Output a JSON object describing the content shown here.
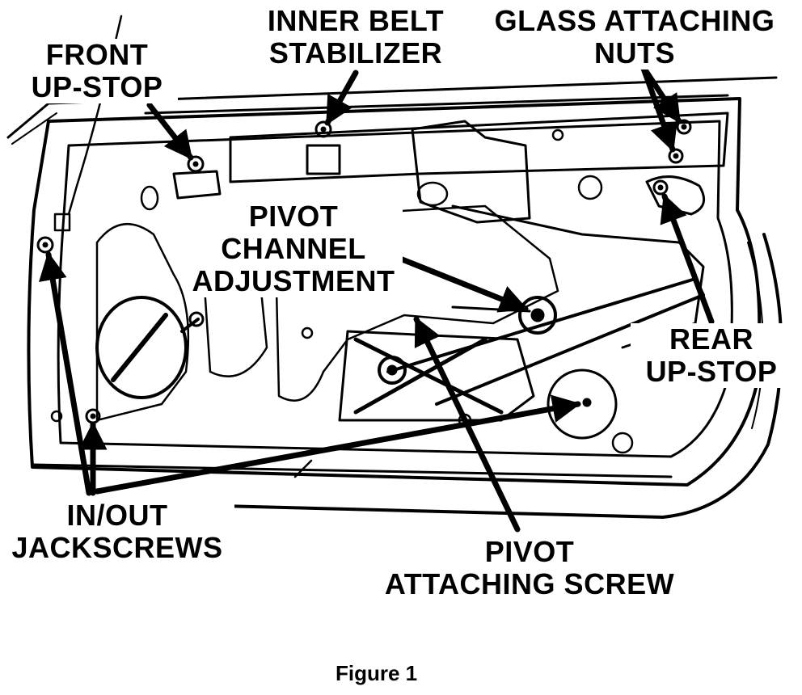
{
  "diagram": {
    "caption": "Figure 1",
    "labels": {
      "front_up_stop": [
        "FRONT",
        "UP-STOP"
      ],
      "inner_belt_stabilizer": [
        "INNER BELT",
        "STABILIZER"
      ],
      "glass_attaching_nuts": [
        "GLASS ATTACHING",
        "NUTS"
      ],
      "pivot_channel_adjustment": [
        "PIVOT",
        "CHANNEL",
        "ADJUSTMENT"
      ],
      "rear_up_stop": [
        "REAR",
        "UP-STOP"
      ],
      "in_out_jackscrews": [
        "IN/OUT",
        "JACKSCREWS"
      ],
      "pivot_attaching_screw": [
        "PIVOT",
        "ATTACHING SCREW"
      ]
    }
  }
}
